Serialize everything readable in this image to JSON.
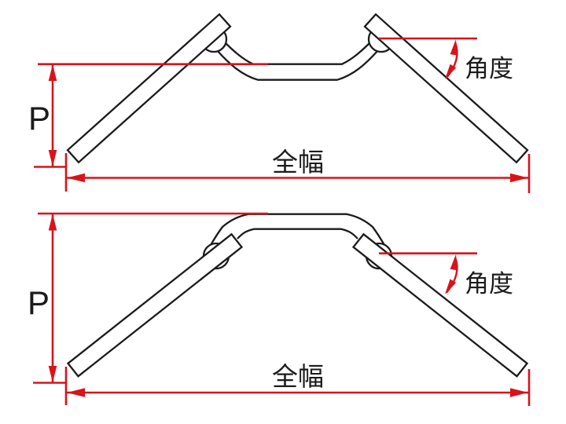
{
  "colors": {
    "background": "#ffffff",
    "outline": "#1b1b1b",
    "dimension": "#d8131a",
    "text": "#1b1b1b"
  },
  "diagrams": {
    "top": {
      "labels": {
        "pullback": "P",
        "overall_width": "全幅",
        "angle": "角度"
      }
    },
    "bottom": {
      "labels": {
        "pullback": "P",
        "overall_width": "全幅",
        "angle": "角度"
      }
    }
  }
}
